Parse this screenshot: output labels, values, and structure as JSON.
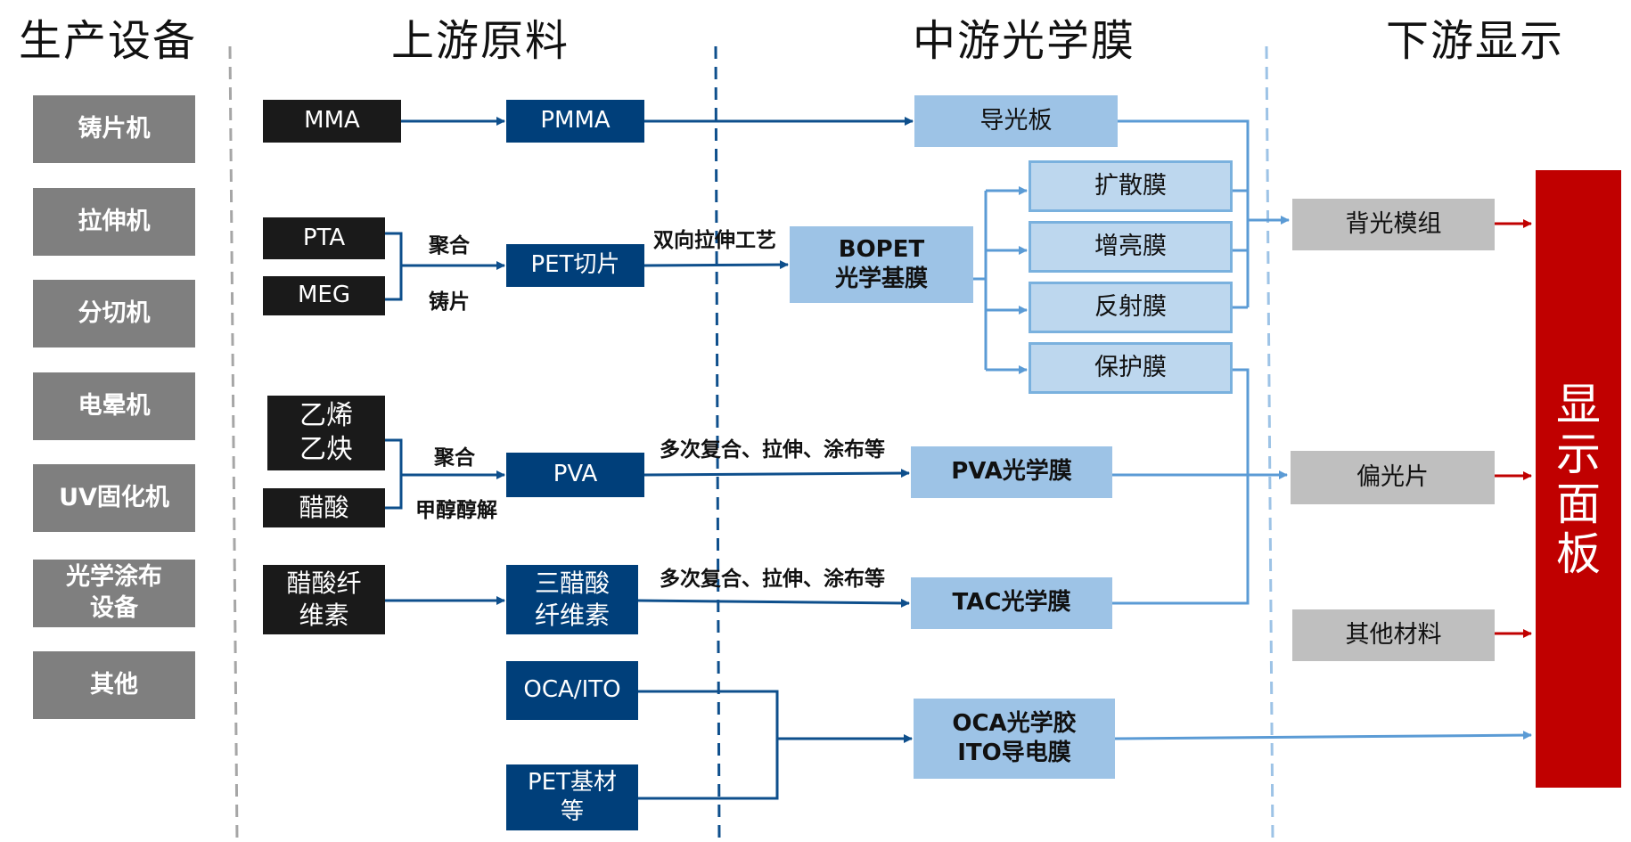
{
  "headers": {
    "equipment": "生产设备",
    "upstream": "上游原料",
    "midstream": "中游光学膜",
    "downstream": "下游显示"
  },
  "equipment": [
    "铸片机",
    "拉伸机",
    "分切机",
    "电晕机",
    "UV固化机",
    "光学涂布\n设备",
    "其他"
  ],
  "upstream": {
    "mma": "MMA",
    "pta": "PTA",
    "meg": "MEG",
    "ethylene": "乙烯\n乙炔",
    "acetic": "醋酸",
    "cellulose_acetate": "醋酸纤\n维素",
    "pmma": "PMMA",
    "pet_chip": "PET切片",
    "pva": "PVA",
    "tac": "三醋酸\n纤维素",
    "oca_ito": "OCA/ITO",
    "pet_base": "PET基材\n等"
  },
  "labels": {
    "polymerize1": "聚合",
    "casting": "铸片",
    "biaxial": "双向拉伸工艺",
    "polymerize2": "聚合",
    "methanolysis": "甲醇醇解",
    "pva_process": "多次复合、拉伸、涂布等",
    "tac_process": "多次复合、拉伸、涂布等"
  },
  "midstream": {
    "light_guide": "导光板",
    "bopet": "BOPET\n光学基膜",
    "diffusion": "扩散膜",
    "brightness": "增亮膜",
    "reflective": "反射膜",
    "protective": "保护膜",
    "pva_film": "PVA光学膜",
    "tac_film": "TAC光学膜",
    "oca": "OCA光学胶\nITO导电膜"
  },
  "downstream": {
    "backlight": "背光模组",
    "polarizer": "偏光片",
    "other": "其他材料",
    "panel": "显\n示\n面\n板"
  },
  "colors": {
    "navy": "#003f7a",
    "light_blue": "#9dc3e6",
    "lighter_blue": "#bdd7ee",
    "gray": "#7f7f7f",
    "red": "#c00000"
  }
}
